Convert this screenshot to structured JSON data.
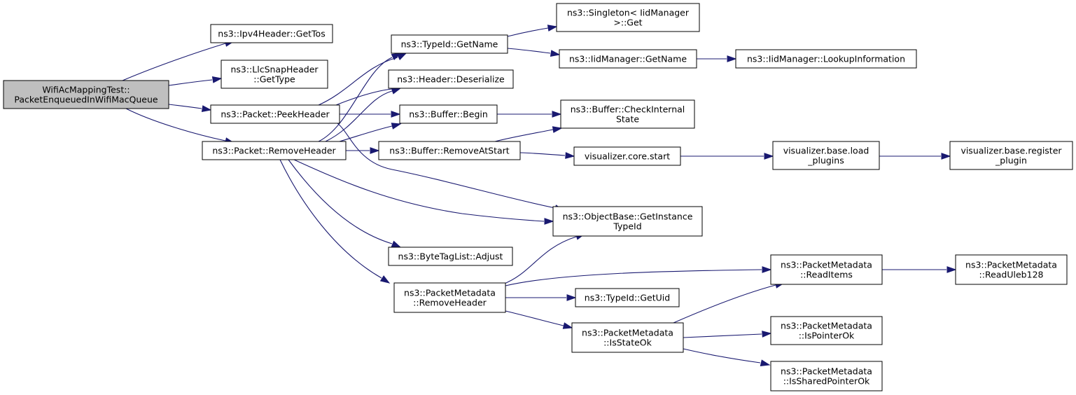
{
  "colors": {
    "edge": "#191970",
    "root_fill": "#bfbfbf",
    "node_fill": "#ffffff",
    "node_stroke": "#000000"
  },
  "nodes": {
    "root": [
      "WifiAcMappingTest::",
      "PacketEnqueuedInWifiMacQueue"
    ],
    "getTos": [
      "ns3::Ipv4Header::GetTos"
    ],
    "llcGetType": [
      "ns3::LlcSnapHeader",
      "::GetType"
    ],
    "peekHeader": [
      "ns3::Packet::PeekHeader"
    ],
    "removeHeader": [
      "ns3::Packet::RemoveHeader"
    ],
    "typeIdGetName": [
      "ns3::TypeId::GetName"
    ],
    "headerDeserialize": [
      "ns3::Header::Deserialize"
    ],
    "bufferBegin": [
      "ns3::Buffer::Begin"
    ],
    "bufferRemoveAtStart": [
      "ns3::Buffer::RemoveAtStart"
    ],
    "byteTagListAdjust": [
      "ns3::ByteTagList::Adjust"
    ],
    "pmRemoveHeader": [
      "ns3::PacketMetadata",
      "::RemoveHeader"
    ],
    "singletonGet": [
      "ns3::Singleton< IidManager",
      ">::Get"
    ],
    "iidGetName": [
      "ns3::IidManager::GetName"
    ],
    "iidLookup": [
      "ns3::IidManager::LookupInformation"
    ],
    "checkInternalState": [
      "ns3::Buffer::CheckInternal",
      "State"
    ],
    "vizCoreStart": [
      "visualizer.core.start"
    ],
    "vizLoadPlugins": [
      "visualizer.base.load",
      "_plugins"
    ],
    "vizRegisterPlugin": [
      "visualizer.base.register",
      "_plugin"
    ],
    "getInstanceTypeId": [
      "ns3::ObjectBase::GetInstance",
      "TypeId"
    ],
    "typeIdGetUid": [
      "ns3::TypeId::GetUid"
    ],
    "isStateOk": [
      "ns3::PacketMetadata",
      "::IsStateOk"
    ],
    "readItems": [
      "ns3::PacketMetadata",
      "::ReadItems"
    ],
    "readUleb128": [
      "ns3::PacketMetadata",
      "::ReadUleb128"
    ],
    "isPointerOk": [
      "ns3::PacketMetadata",
      "::IsPointerOk"
    ],
    "isSharedPointerOk": [
      "ns3::PacketMetadata",
      "::IsSharedPointerOk"
    ]
  },
  "edges": [
    [
      "root",
      "getTos"
    ],
    [
      "root",
      "llcGetType"
    ],
    [
      "root",
      "peekHeader"
    ],
    [
      "root",
      "removeHeader"
    ],
    [
      "peekHeader",
      "typeIdGetName"
    ],
    [
      "peekHeader",
      "headerDeserialize"
    ],
    [
      "peekHeader",
      "bufferBegin"
    ],
    [
      "peekHeader",
      "getInstanceTypeId"
    ],
    [
      "removeHeader",
      "typeIdGetName"
    ],
    [
      "removeHeader",
      "headerDeserialize"
    ],
    [
      "removeHeader",
      "bufferBegin"
    ],
    [
      "removeHeader",
      "bufferRemoveAtStart"
    ],
    [
      "removeHeader",
      "getInstanceTypeId"
    ],
    [
      "removeHeader",
      "byteTagListAdjust"
    ],
    [
      "removeHeader",
      "pmRemoveHeader"
    ],
    [
      "typeIdGetName",
      "singletonGet"
    ],
    [
      "typeIdGetName",
      "iidGetName"
    ],
    [
      "iidGetName",
      "iidLookup"
    ],
    [
      "bufferBegin",
      "checkInternalState"
    ],
    [
      "bufferRemoveAtStart",
      "checkInternalState"
    ],
    [
      "bufferRemoveAtStart",
      "vizCoreStart"
    ],
    [
      "vizCoreStart",
      "vizLoadPlugins"
    ],
    [
      "vizLoadPlugins",
      "vizRegisterPlugin"
    ],
    [
      "pmRemoveHeader",
      "getInstanceTypeId"
    ],
    [
      "pmRemoveHeader",
      "readItems"
    ],
    [
      "pmRemoveHeader",
      "typeIdGetUid"
    ],
    [
      "pmRemoveHeader",
      "isStateOk"
    ],
    [
      "readItems",
      "readUleb128"
    ],
    [
      "isStateOk",
      "readItems"
    ],
    [
      "isStateOk",
      "isPointerOk"
    ],
    [
      "isStateOk",
      "isSharedPointerOk"
    ]
  ]
}
